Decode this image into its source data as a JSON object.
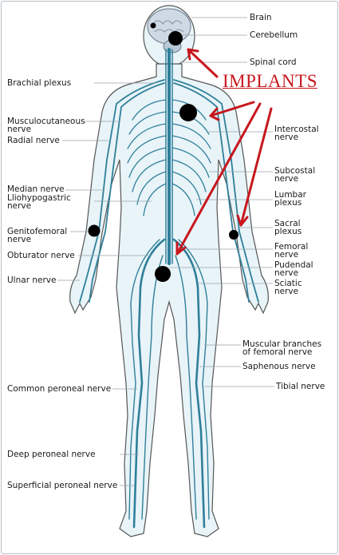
{
  "colors": {
    "nerve": "#2f7f9a",
    "body_fill": "#e8f4f8",
    "outline": "#555555",
    "implant_dot": "#000000",
    "annotation": "#c8171e"
  },
  "annotation": {
    "text": "IMPLANTS"
  },
  "labels_left": {
    "brachial_plexus": "Brachial plexus",
    "musculocutaneous": "Musculocutaneous nerve",
    "radial": "Radial nerve",
    "median": "Median nerve",
    "iliohypogastric": "Lliohypogastric nerve",
    "genitofemoral": "Genitofemoral nerve",
    "obturator": "Obturator nerve",
    "ulnar": "Ulnar nerve",
    "common_peroneal": "Common peroneal nerve",
    "deep_peroneal": "Deep peroneal nerve",
    "superficial_peroneal": "Superficial peroneal nerve"
  },
  "labels_right": {
    "brain": "Brain",
    "cerebellum": "Cerebellum",
    "spinal_cord": "Spinal cord",
    "intercostal": "Intercostal nerve",
    "subcostal": "Subcostal nerve",
    "lumbar": "Lumbar plexus",
    "sacral": "Sacral plexus",
    "femoral": "Femoral nerve",
    "pudendal": "Pudendal nerve",
    "sciatic": "Sciatic nerve",
    "muscular_femoral": "Muscular branches of femoral nerve",
    "saphenous": "Saphenous nerve",
    "tibial": "Tibial nerve"
  }
}
